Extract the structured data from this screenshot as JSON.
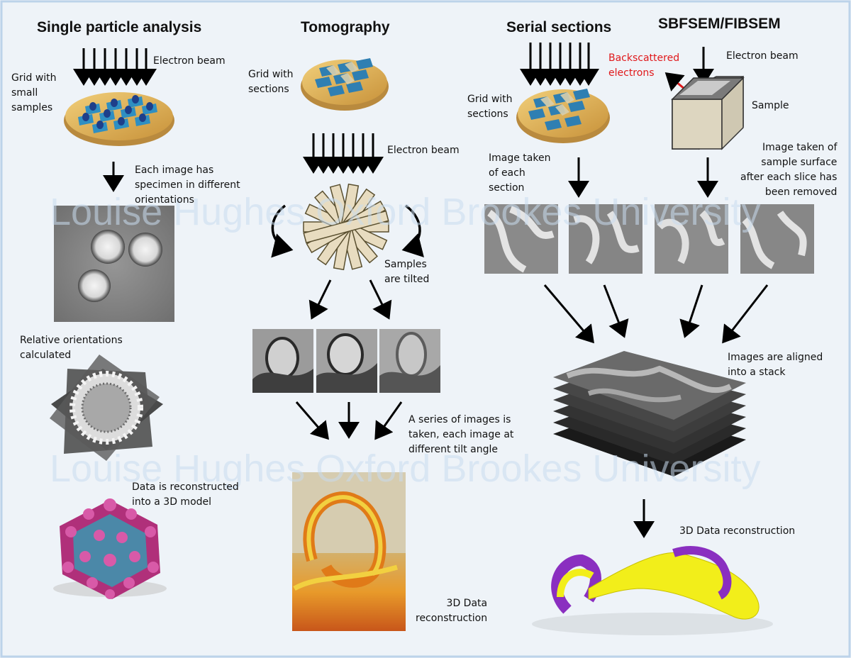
{
  "titles": {
    "single_particle": "Single particle analysis",
    "tomography": "Tomography",
    "serial_sections": "Serial sections",
    "sbfsem": "SBFSEM/FIBSEM"
  },
  "labels": {
    "sp_electron_beam": "Electron beam",
    "sp_grid": "Grid with\nsmall\nsamples",
    "sp_each_image": "Each image has\nspecimen in different\norientations",
    "sp_relative": "Relative orientations\ncalculated",
    "sp_data": "Data is reconstructed\ninto a 3D model",
    "tomo_grid": "Grid with\nsections",
    "tomo_electron_beam": "Electron beam",
    "tomo_tilted": "Samples\nare tilted",
    "tomo_series": "A series of images is\ntaken, each image at\ndifferent tilt angle",
    "tomo_recon": "3D Data\nreconstruction",
    "ss_grid": "Grid with\nsections",
    "ss_image_taken": "Image taken\nof each\nsection",
    "sb_backscattered": "Backscattered\nelectrons",
    "sb_electron_beam": "Electron beam",
    "sb_sample": "Sample",
    "sb_image_taken": "Image taken of\nsample surface\nafter each slice has\nbeen removed",
    "aligned": "Images are aligned\ninto a stack",
    "final_recon": "3D Data reconstruction"
  },
  "watermark": "Louise Hughes Oxford Brookes University",
  "colors": {
    "background": "#eef3f8",
    "border": "#bcd3ea",
    "red_label": "#e0181b",
    "grid_gold": "#e0b25a",
    "virus_magenta": "#b0307a",
    "recon_yellow": "#f2ee1a",
    "recon_purple": "#8a2fc0",
    "tomo_orange": "#e08a20"
  }
}
